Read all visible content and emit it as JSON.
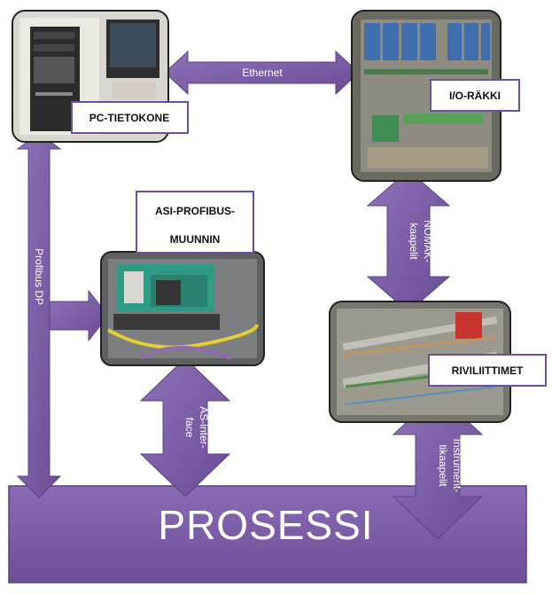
{
  "colors": {
    "arrow_fill": "#7b5ea7",
    "arrow_stroke": "#5d4383",
    "process_fill": "#7d5fa9",
    "label_border": "#6e4f9b",
    "label_bg": "#ffffff",
    "photo_frame": "#1f1f1f"
  },
  "nodes": {
    "pc": {
      "label": "PC-TIETOKONE",
      "photo": "pc-tower-photo"
    },
    "io": {
      "label": "I/O-RÄKKI",
      "photo": "io-rack-photo"
    },
    "asi": {
      "label_line1": "ASI-PROFIBUS-",
      "label_line2": "MUUNNIN",
      "photo": "asi-converter-photo"
    },
    "rivi": {
      "label": "RIVILIITTIMET",
      "photo": "terminal-block-photo"
    },
    "process": {
      "label": "PROSESSI"
    }
  },
  "edges": {
    "ethernet": {
      "label": "Ethernet"
    },
    "profibus": {
      "label": "Profibus DP"
    },
    "nomak": {
      "label_line1": "NOMAK-",
      "label_line2": "kaapelit"
    },
    "asi_interface": {
      "label_line1": "AS-inter-",
      "label_line2": "face"
    },
    "instrument": {
      "label_line1": "Instrument-",
      "label_line2": "tikaapelit"
    }
  }
}
